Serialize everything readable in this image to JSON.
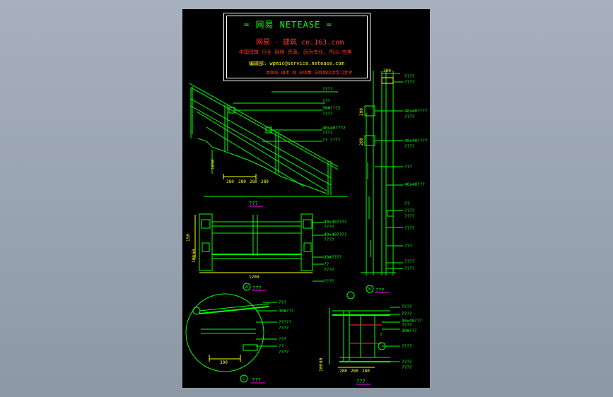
{
  "title_block": {
    "title": "= 网易  NETEASE =",
    "subtitle": "网易 · 建筑    co.163.com",
    "line1": "中国建筑 行业 网络 资源,  因为专业,  所以 完美",
    "line2": "编辑部:  wpmic@service.netease.com",
    "line3": "本图纸 由本 网 站收集 自网络仅供学习参考"
  },
  "colors": {
    "background": "#a7b1bd",
    "sheet": "#000000",
    "linework": "#00ff00",
    "notes": "#00ff00",
    "dimensions": "#ffff00",
    "frame": "#ffffff",
    "emphasis": "#ff3030",
    "underline": "#ff00ff"
  },
  "stair_elevation": {
    "label": "???",
    "notes": [
      "????",
      "???",
      "30#???2",
      "????",
      "40x40???2",
      "????",
      "??  ????"
    ],
    "dims_bottom": [
      "280",
      "280",
      "280",
      "280"
    ],
    "dim_left": "1050"
  },
  "plan_detail": {
    "label": "???",
    "marker": "A",
    "overall_width": "1200",
    "left_dims": [
      "150",
      "50",
      "100"
    ],
    "notes": [
      "40x40????",
      "????",
      "40x40????",
      "????",
      "30#????",
      "??",
      "????",
      "????"
    ]
  },
  "vertical_section": {
    "label": "???",
    "marker": "B",
    "top_dim": "300",
    "side_dims": [
      "200",
      "200"
    ],
    "notes": [
      "????",
      "????",
      "40x40????",
      "????",
      "40x40????",
      "????",
      "???",
      "40x40???",
      "??",
      "????",
      "????",
      "????",
      "???",
      "????",
      "????"
    ]
  },
  "round_detail": {
    "label": "???",
    "marker": "C",
    "dim": "300",
    "notes": [
      "???",
      "30#???",
      "?????",
      "????",
      "???",
      "??",
      "????"
    ]
  },
  "bottom_right": {
    "label": "???",
    "dims_bottom": [
      "280",
      "280",
      "280"
    ],
    "left_dims": [
      "60",
      "100"
    ],
    "notes": [
      "????",
      "????",
      "40x40???",
      "????",
      "30#???",
      "????",
      "????",
      "????",
      "?"
    ]
  }
}
